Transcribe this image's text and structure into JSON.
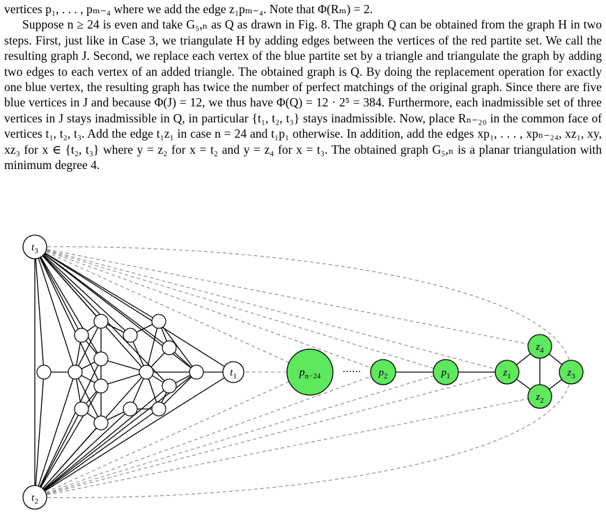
{
  "text": {
    "line_0": "vertices p₁, . . . , pₘ₋₄ where we add the edge z₁pₘ₋₄. Note that Φ(Rₘ) = 2.",
    "paragraph": "Suppose n ≥ 24 is even and take G₅,ₙ as Q as drawn in Fig. 8. The graph Q can be obtained from the graph H in two steps. First, just like in Case 3, we triangulate H by adding edges between the vertices of the red partite set. We call the resulting graph J. Second, we replace each vertex of the blue partite set by a triangle and triangulate the graph by adding two edges to each vertex of an added triangle. The obtained graph is Q. By doing the replacement operation for exactly one blue vertex, the resulting graph has twice the number of perfect matchings of the original graph. Since there are five blue vertices in J and because Φ(J) = 12, we thus have Φ(Q) = 12 · 2⁵ = 384. Furthermore, each inadmissible set of three vertices in J stays inadmissible in Q, in particular {t₁, t₂, t₃} stays inadmissible. Now, place Rₙ₋₂₀ in the common face of vertices t₁, t₂, t₃. Add the edge t₁z₁ in case n = 24 and t₁p₁ otherwise. In addition, add the edges xp₁, . . . , xpₙ₋₂₄, xz₁, xy, xz₃ for x ∈ {t₂, t₃} where y = z₂ for x = t₂ and y = z₄ for x = t₃. The obtained graph G₅,ₙ is a planar triangulation with minimum degree 4."
  },
  "figure": {
    "vertices": {
      "t3": {
        "base": "t",
        "sub": "3"
      },
      "t2": {
        "base": "t",
        "sub": "2"
      },
      "t1": {
        "base": "t",
        "sub": "1"
      },
      "pn24": {
        "base": "p",
        "sub": "n−24"
      },
      "p2": {
        "base": "p",
        "sub": "2"
      },
      "p1": {
        "base": "p",
        "sub": "1"
      },
      "z1": {
        "base": "z",
        "sub": "1"
      },
      "z2": {
        "base": "z",
        "sub": "2"
      },
      "z3": {
        "base": "z",
        "sub": "3"
      },
      "z4": {
        "base": "z",
        "sub": "4"
      }
    },
    "ellipsis": "······",
    "colors": {
      "green_fill": "#5ee85e",
      "white_fill": "#ffffff",
      "stroke": "#000000",
      "dashed": "#888888"
    }
  }
}
